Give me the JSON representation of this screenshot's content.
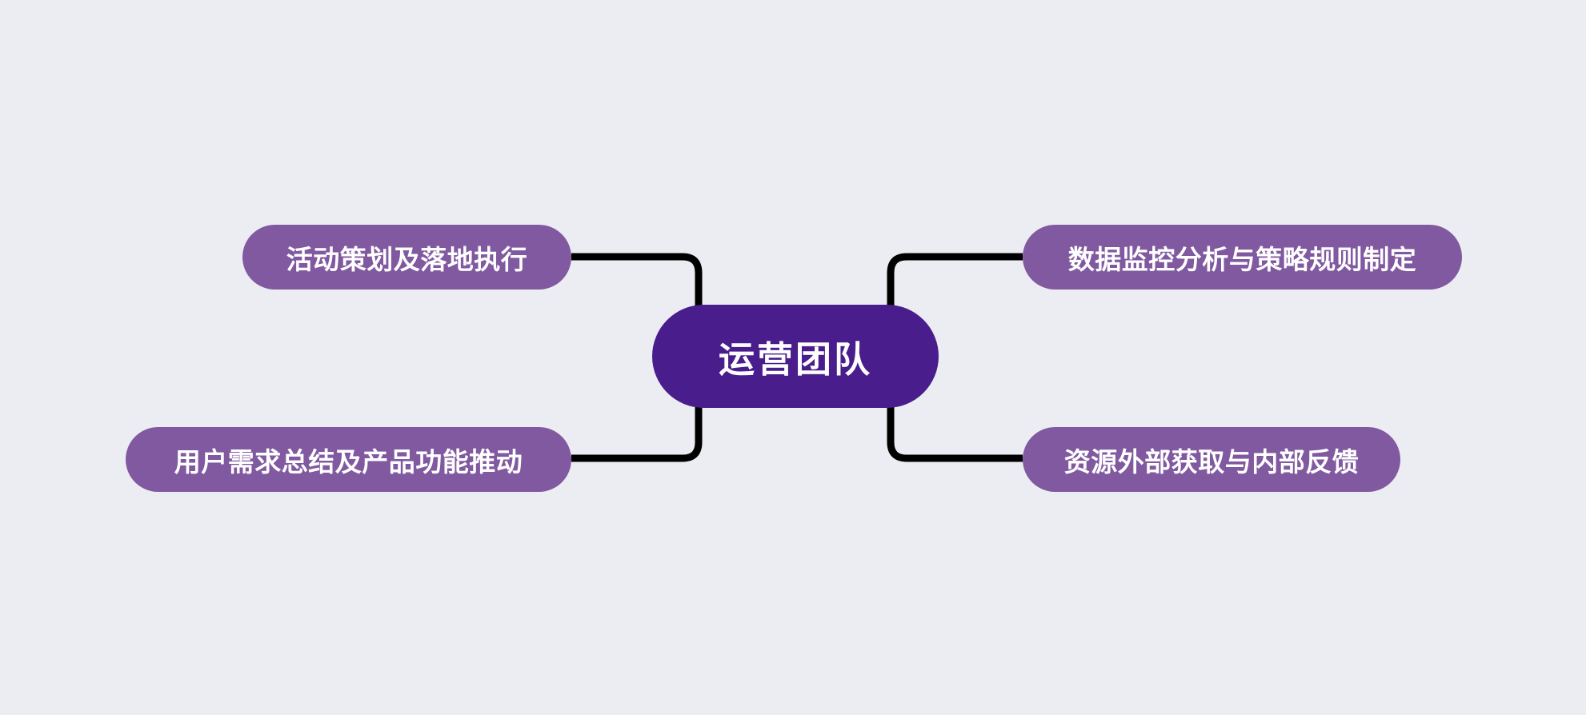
{
  "diagram": {
    "type": "mind-map",
    "title": "运营团队",
    "background_color": "#ECEDF2",
    "connector_color": "#000000",
    "root": {
      "label": "运营团队",
      "color": "#4A1D8C",
      "text_color": "#FFFFFF"
    },
    "branches": [
      {
        "id": "top-left",
        "label": "活动策划及落地执行",
        "side": "left",
        "color": "#8159A0",
        "text_color": "#FFFFFF"
      },
      {
        "id": "bottom-left",
        "label": "用户需求总结及产品功能推动",
        "side": "left",
        "color": "#8159A0",
        "text_color": "#FFFFFF"
      },
      {
        "id": "top-right",
        "label": "数据监控分析与策略规则制定",
        "side": "right",
        "color": "#8159A0",
        "text_color": "#FFFFFF"
      },
      {
        "id": "bottom-right",
        "label": "资源外部获取与内部反馈",
        "side": "right",
        "color": "#8159A0",
        "text_color": "#FFFFFF"
      }
    ]
  }
}
